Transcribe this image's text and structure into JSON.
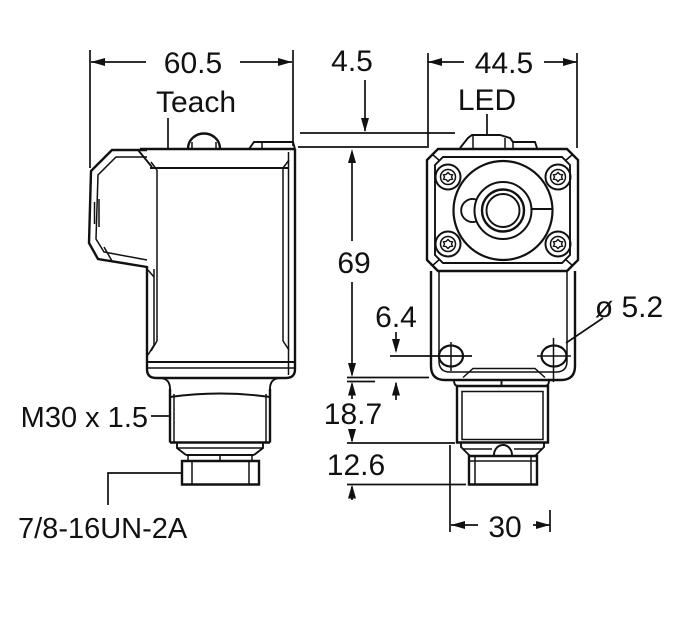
{
  "drawing": {
    "left_view": {
      "width_label": "60.5",
      "teach_label": "Teach",
      "m30_thread_label": "M30 x 1.5",
      "connector_thread_label": "7/8-16UN-2A"
    },
    "right_view": {
      "led_offset_label": "4.5",
      "width_label": "44.5",
      "led_label": "LED",
      "height_label": "69",
      "hole_offset_label": "6.4",
      "hole_diameter_label": "ø 5.2",
      "m30_length_label": "18.7",
      "connector_length_label": "12.6",
      "connector_width_label": "30"
    },
    "colors": {
      "line": "#111111",
      "background": "#ffffff"
    }
  }
}
